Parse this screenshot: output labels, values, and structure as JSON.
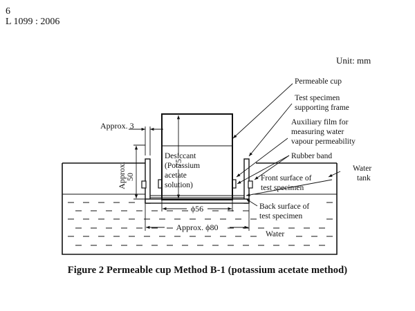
{
  "header": {
    "page_number": "6",
    "standard_number": "L 1099 : 2006"
  },
  "unit": "Unit:  mm",
  "labels": {
    "permeable_cup": "Permeable cup",
    "test_specimen_frame_1": "Test specimen",
    "test_specimen_frame_2": "supporting frame",
    "auxiliary_film_1": "Auxiliary film for",
    "auxiliary_film_2": "measuring water",
    "auxiliary_film_3": "vapour permeability",
    "rubber_band": "Rubber band",
    "water_tank_1": "Water",
    "water_tank_2": "tank",
    "front_surface_1": "Front surface of",
    "front_surface_2": "test specimen",
    "back_surface_1": "Back surface of",
    "back_surface_2": "test specimen",
    "water": "Water",
    "desiccant_1": "Desiccant",
    "desiccant_2": "(Potassium",
    "desiccant_3": "acetate",
    "desiccant_4": "solution)"
  },
  "dimensions": {
    "approx_3": "Approx. 3",
    "approx_50_word": "Approx.",
    "approx_50_value": "50",
    "height_75": "75",
    "dia_56": "ϕ56",
    "dia_80": "Approx. ϕ80"
  },
  "caption": "Figure 2   Permeable cup   Method B-1 (potassium acetate method)"
}
